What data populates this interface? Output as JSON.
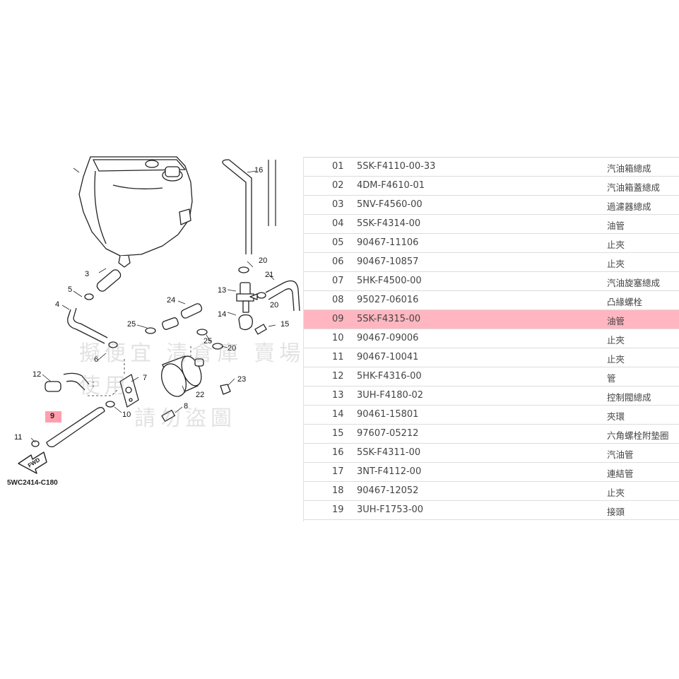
{
  "diagram": {
    "code": "5WC2414-C180",
    "fwd": "FWD",
    "highlight": "9",
    "watermark_line1": "擬便宜 清倉庫 賣場使用",
    "watermark_line2": "請勿盜圖",
    "callouts": [
      "16",
      "20",
      "21",
      "3",
      "5",
      "4",
      "13",
      "20",
      "14",
      "15",
      "24",
      "25",
      "25",
      "20",
      "6",
      "12",
      "7",
      "23",
      "22",
      "10",
      "8",
      "9",
      "11"
    ]
  },
  "parts": [
    {
      "no": "01",
      "pn": "5SK-F4110-00-33",
      "name": "汽油箱總成"
    },
    {
      "no": "02",
      "pn": "4DM-F4610-01",
      "name": "汽油箱蓋總成"
    },
    {
      "no": "03",
      "pn": "5NV-F4560-00",
      "name": "過濾器總成"
    },
    {
      "no": "04",
      "pn": "5SK-F4314-00",
      "name": "油管"
    },
    {
      "no": "05",
      "pn": "90467-11106",
      "name": "止夾"
    },
    {
      "no": "06",
      "pn": "90467-10857",
      "name": "止夾"
    },
    {
      "no": "07",
      "pn": "5HK-F4500-00",
      "name": "汽油旋塞總成"
    },
    {
      "no": "08",
      "pn": "95027-06016",
      "name": "凸緣螺栓"
    },
    {
      "no": "09",
      "pn": "5SK-F4315-00",
      "name": "油管",
      "selected": true
    },
    {
      "no": "10",
      "pn": "90467-09006",
      "name": "止夾"
    },
    {
      "no": "11",
      "pn": "90467-10041",
      "name": "止夾"
    },
    {
      "no": "12",
      "pn": "5HK-F4316-00",
      "name": "管"
    },
    {
      "no": "13",
      "pn": "3UH-F4180-02",
      "name": "控制閥總成"
    },
    {
      "no": "14",
      "pn": "90461-15801",
      "name": "夾環"
    },
    {
      "no": "15",
      "pn": "97607-05212",
      "name": "六角螺栓附墊圈"
    },
    {
      "no": "16",
      "pn": "5SK-F4311-00",
      "name": "汽油管"
    },
    {
      "no": "17",
      "pn": "3NT-F4112-00",
      "name": "連結管"
    },
    {
      "no": "18",
      "pn": "90467-12052",
      "name": "止夾"
    },
    {
      "no": "19",
      "pn": "3UH-F1753-00",
      "name": "接頭"
    }
  ]
}
